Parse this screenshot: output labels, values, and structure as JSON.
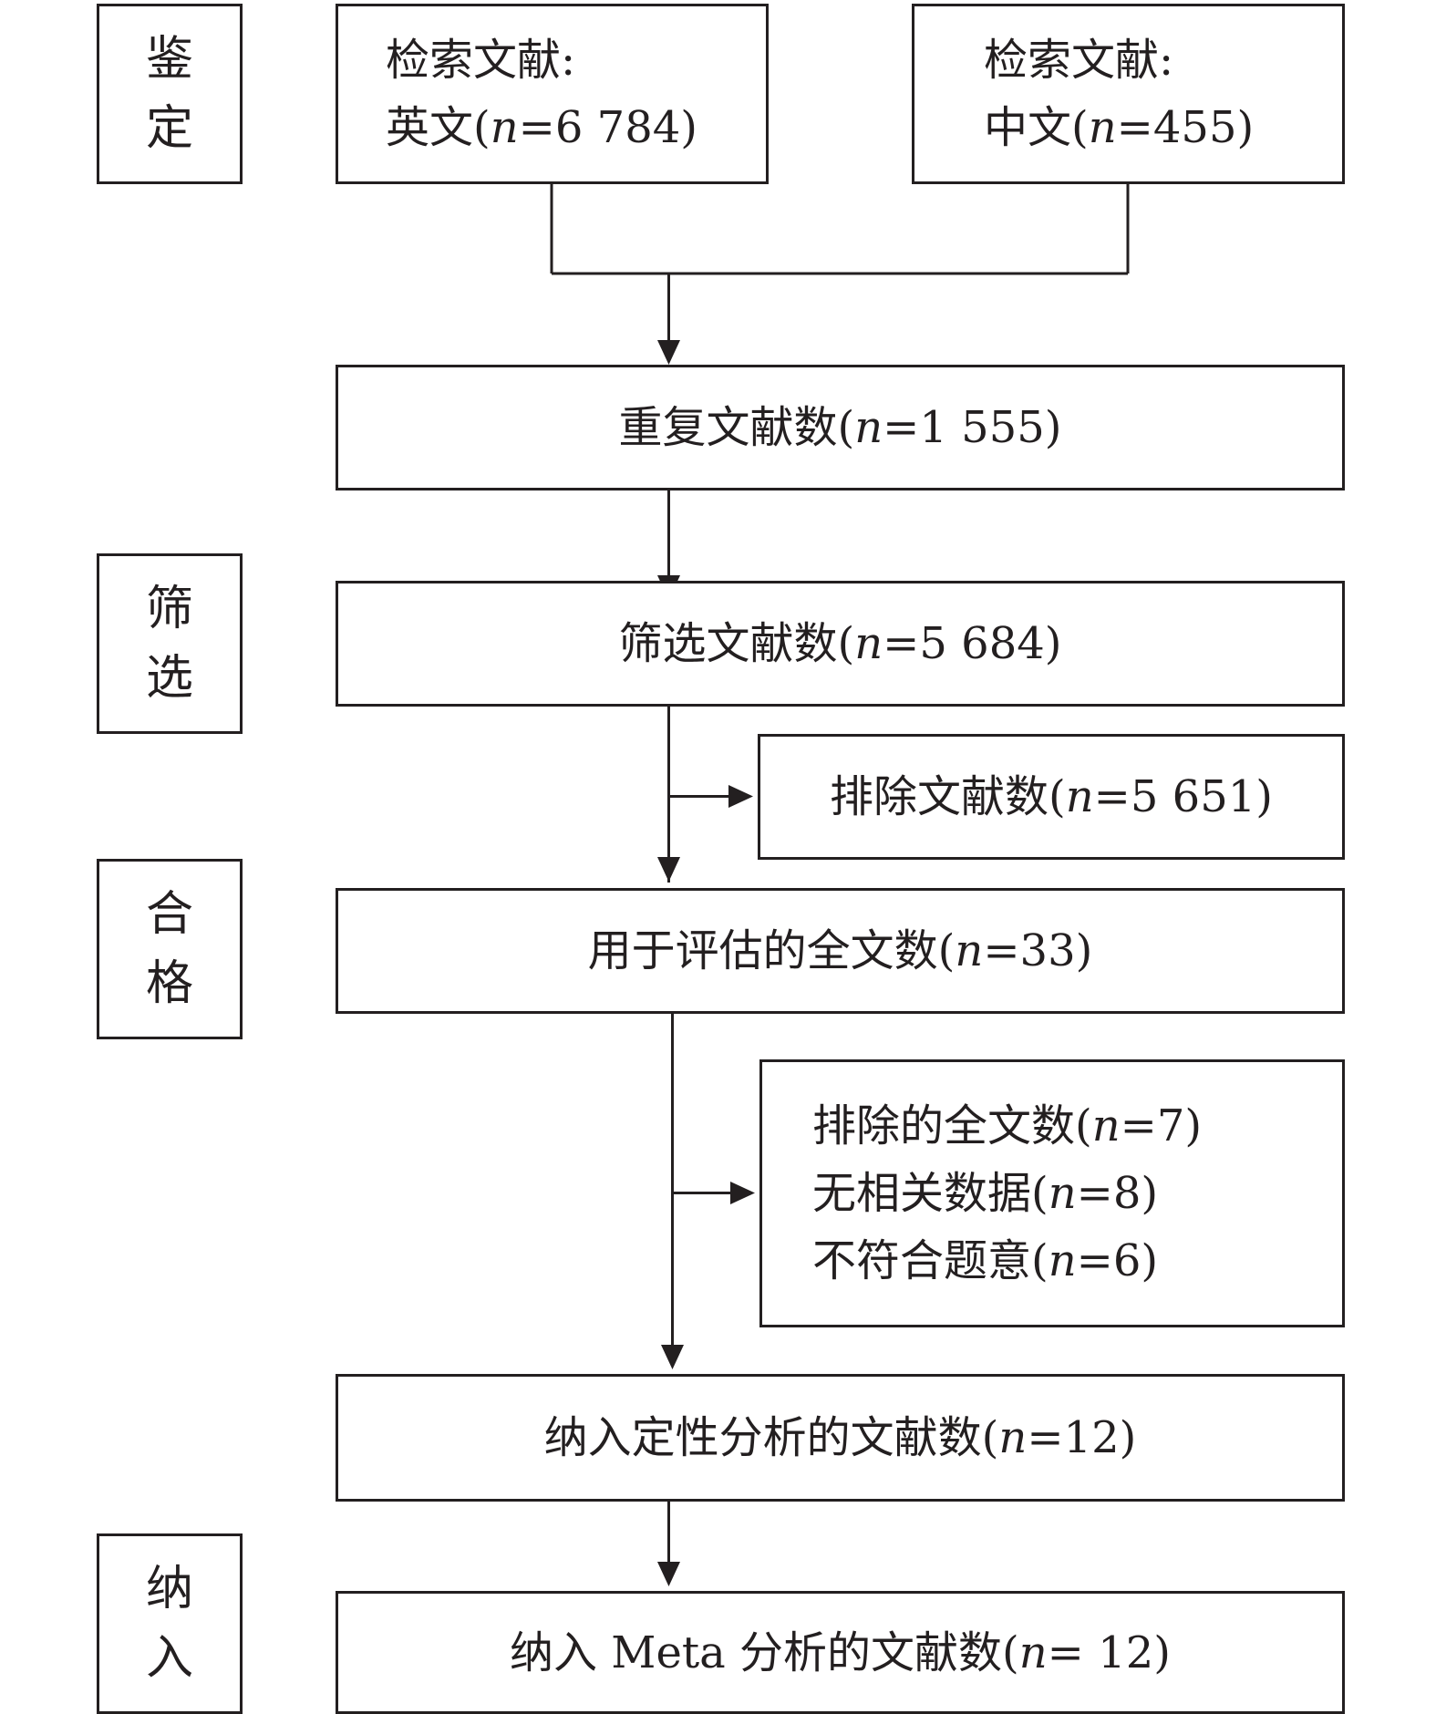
{
  "stages": {
    "identification": [
      "鉴",
      "定"
    ],
    "screening": [
      "筛",
      "选"
    ],
    "eligibility": [
      "合",
      "格"
    ],
    "included": [
      "纳",
      "入"
    ]
  },
  "boxes": {
    "english": {
      "line1": "检索文献:",
      "line2_prefix": "英文(",
      "n": "n",
      "line2_suffix": "=6 784)"
    },
    "chinese": {
      "line1": "检索文献:",
      "line2_prefix": "中文(",
      "n": "n",
      "line2_suffix": "=455)"
    },
    "duplicates": {
      "prefix": "重复文献数(",
      "n": "n",
      "suffix": "=1 555)"
    },
    "screened": {
      "prefix": "筛选文献数(",
      "n": "n",
      "suffix": "=5 684)"
    },
    "excluded": {
      "prefix": "排除文献数(",
      "n": "n",
      "suffix": "=5 651)"
    },
    "fulltext": {
      "prefix": "用于评估的全文数(",
      "n": "n",
      "suffix": "=33)"
    },
    "fulltext_excluded": {
      "lines": [
        {
          "prefix": "排除的全文数(",
          "n": "n",
          "suffix": "=7)"
        },
        {
          "prefix": "无相关数据(",
          "n": "n",
          "suffix": "=8)"
        },
        {
          "prefix": "不符合题意(",
          "n": "n",
          "suffix": "=6)"
        }
      ]
    },
    "qualitative": {
      "prefix": "纳入定性分析的文献数(",
      "n": "n",
      "suffix": "=12)"
    },
    "meta": {
      "prefix": "纳入 Meta 分析的文献数(",
      "n": "n",
      "suffix": "= 12)"
    }
  }
}
